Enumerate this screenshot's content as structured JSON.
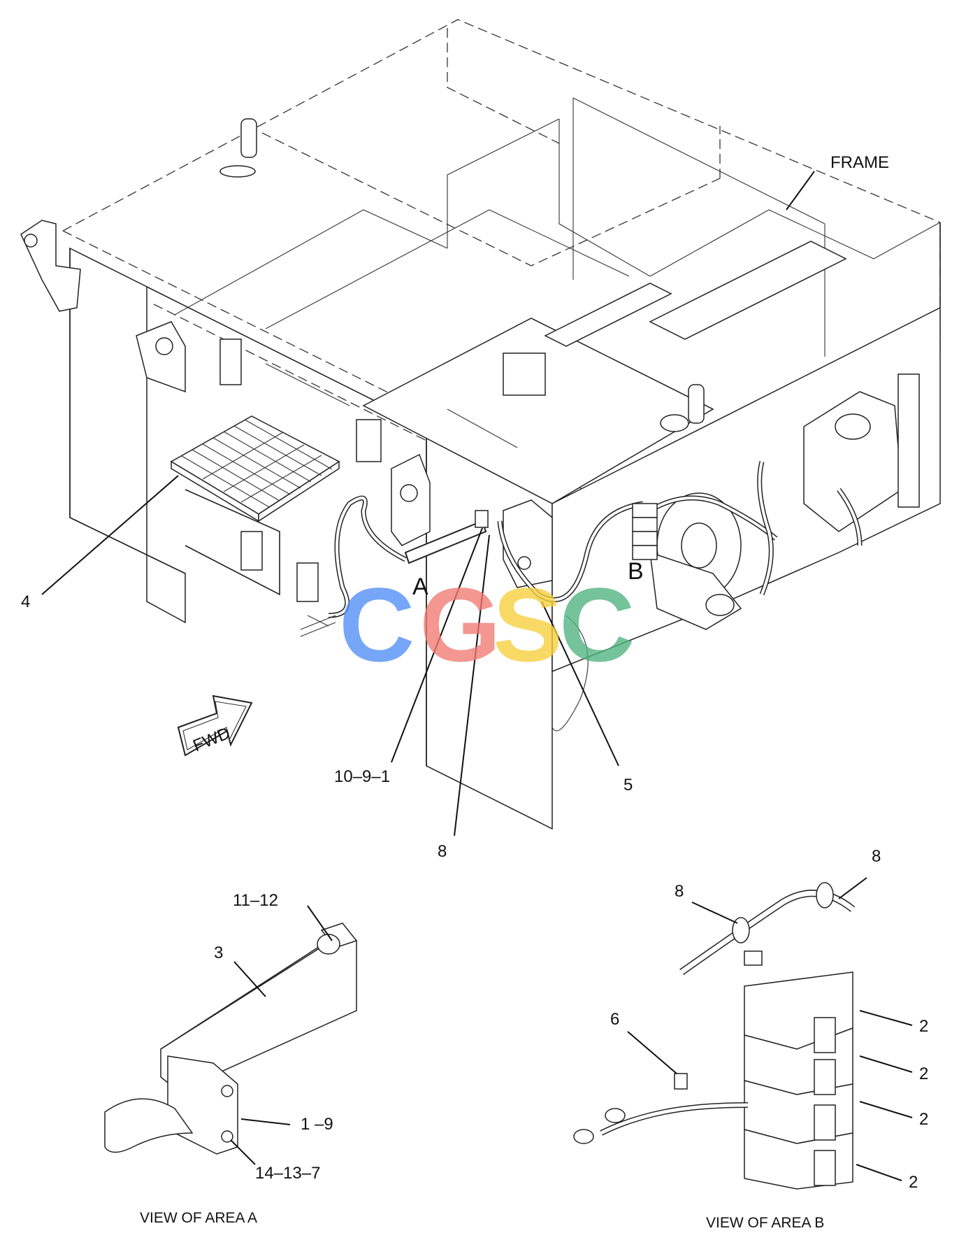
{
  "labels": {
    "frame": "FRAME",
    "part_4": "4",
    "area_a": "A",
    "area_b": "B",
    "callout_10_9_1": "10–9–1",
    "callout_5": "5",
    "callout_8_main": "8",
    "fwd": "FWD",
    "view_a_11_12": "11–12",
    "view_a_3": "3",
    "view_a_1_9": "1 –9",
    "view_a_14_13_7": "14–13–7",
    "view_b_8_top": "8",
    "view_b_8_left": "8",
    "view_b_6": "6",
    "view_b_2_a": "2",
    "view_b_2_b": "2",
    "view_b_2_c": "2",
    "view_b_2_d": "2"
  },
  "captions": {
    "view_a": "VIEW OF AREA  A",
    "view_b": "VIEW OF AREA  B"
  },
  "watermark": {
    "letters": [
      "C",
      "G",
      "S",
      "C"
    ],
    "colors": [
      "#4f8ef7",
      "#f07b72",
      "#f7cf3b",
      "#4fb37e"
    ]
  }
}
